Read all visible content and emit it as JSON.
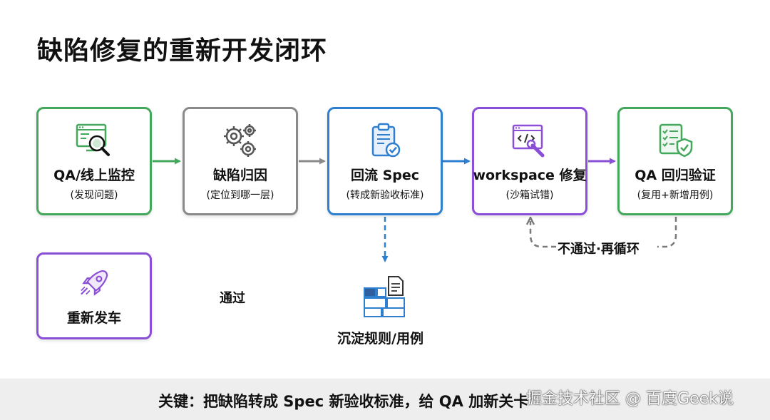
{
  "title": "缺陷修复的重新开发闭环",
  "colors": {
    "green": "#43a85c",
    "gray": "#8a8a8a",
    "blue": "#2f7fd1",
    "purple": "#8a4fd6",
    "text": "#111111"
  },
  "nodes": [
    {
      "label": "QA/线上监控",
      "sub": "(发现问题)",
      "icon": "monitor-search-icon"
    },
    {
      "label": "缺陷归因",
      "sub": "(定位到哪一层)",
      "icon": "gears-icon"
    },
    {
      "label": "回流 Spec",
      "sub": "(转成新验收标准)",
      "icon": "clipboard-check-icon"
    },
    {
      "label": "workspace 修复",
      "sub": "(沙箱试错)",
      "icon": "code-wrench-icon"
    },
    {
      "label": "QA 回归验证",
      "sub": "(复用+新增用例)",
      "icon": "checklist-shield-icon"
    },
    {
      "label": "重新发车",
      "icon": "rocket-icon"
    }
  ],
  "loop_label": "不通过·再循环",
  "pass_label": "通过",
  "deposit_label": "沉淀规则/用例",
  "deposit_icon": "blocks-document-icon",
  "footer": "关键：把缺陷转成 Spec 新验收标准，给 QA 加新关卡",
  "watermark": "掘金技术社区 @ 百度Geek说"
}
